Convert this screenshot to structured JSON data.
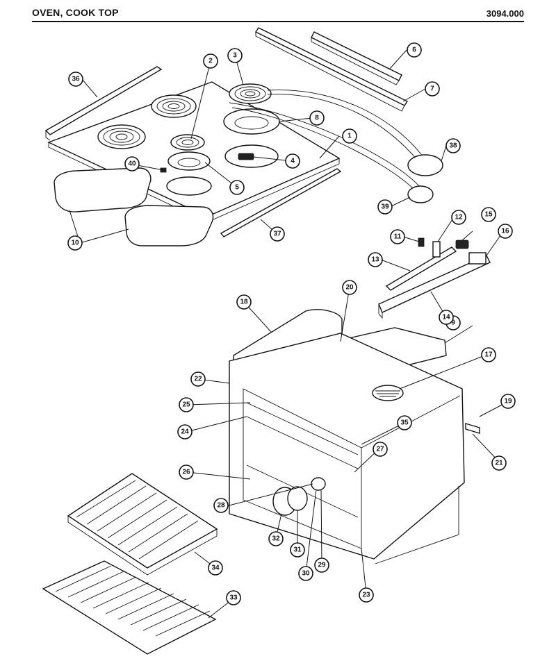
{
  "header": {
    "title": "OVEN, COOK TOP",
    "code": "3094.000"
  },
  "callouts": [
    {
      "id": "c1",
      "label": "1"
    },
    {
      "id": "c2",
      "label": "2"
    },
    {
      "id": "c3",
      "label": "3"
    },
    {
      "id": "c4",
      "label": "4"
    },
    {
      "id": "c5",
      "label": "5"
    },
    {
      "id": "c6",
      "label": "6"
    },
    {
      "id": "c7",
      "label": "7"
    },
    {
      "id": "c8",
      "label": "8"
    },
    {
      "id": "c9",
      "label": "9"
    },
    {
      "id": "c11",
      "label": "11"
    },
    {
      "id": "c12",
      "label": "12"
    },
    {
      "id": "c13",
      "label": "13"
    },
    {
      "id": "c14",
      "label": "14"
    },
    {
      "id": "c15",
      "label": "15"
    },
    {
      "id": "c16",
      "label": "16"
    },
    {
      "id": "c17",
      "label": "17"
    },
    {
      "id": "c18",
      "label": "18"
    },
    {
      "id": "c19",
      "label": "19"
    },
    {
      "id": "c20",
      "label": "20"
    },
    {
      "id": "c21",
      "label": "21"
    },
    {
      "id": "c22",
      "label": "22"
    },
    {
      "id": "c23",
      "label": "23"
    },
    {
      "id": "c24",
      "label": "24"
    },
    {
      "id": "c25",
      "label": "25"
    },
    {
      "id": "c26",
      "label": "26"
    },
    {
      "id": "c27",
      "label": "27"
    },
    {
      "id": "c28",
      "label": "28"
    },
    {
      "id": "c29",
      "label": "29"
    },
    {
      "id": "c30",
      "label": "30"
    },
    {
      "id": "c31",
      "label": "31"
    },
    {
      "id": "c32",
      "label": "32"
    },
    {
      "id": "c33",
      "label": "33"
    },
    {
      "id": "c34",
      "label": "34"
    },
    {
      "id": "c35",
      "label": "35"
    },
    {
      "id": "c36",
      "label": "36"
    },
    {
      "id": "c37",
      "label": "37"
    },
    {
      "id": "c38",
      "label": "38"
    },
    {
      "id": "c39",
      "label": "39"
    },
    {
      "id": "c40",
      "label": "40"
    },
    {
      "id": "c10",
      "label": "10"
    }
  ]
}
